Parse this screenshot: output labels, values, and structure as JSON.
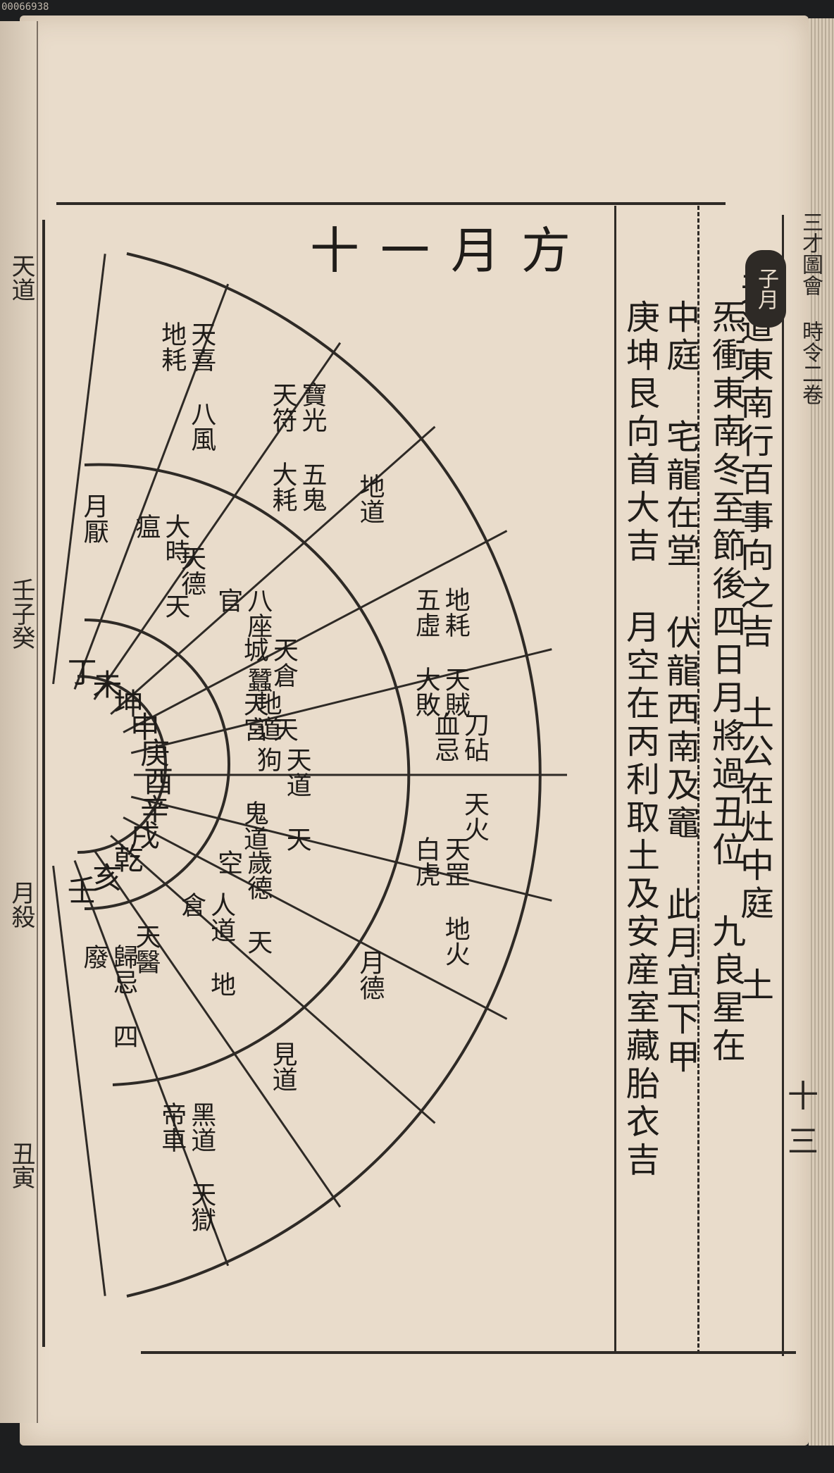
{
  "corner_stamp": "00066938",
  "month_title": "十一月方",
  "right_columns": [
    "天道東南行百事向之吉 土公在灶中庭 土",
    "炁衝東南冬至節後四日月將過丑位 九良星在",
    "中庭 宅龍在堂 伏龍西南及竈 此月宜下甲",
    "庚坤艮向首大吉 月空在丙利取土及安産室藏胎衣吉"
  ],
  "seal_label": "子月",
  "header_margin": "三才圖會 時令二卷",
  "page_number": "十三",
  "wheel": {
    "inner_ring": [
      "丁",
      "未",
      "坤",
      "申",
      "庚",
      "酉",
      "辛",
      "戌",
      "乾",
      "亥",
      "壬"
    ],
    "segments": [
      "月厭",
      "大時 天瘟",
      "天德",
      "八座 蠶官",
      "天倉 天城 天宮",
      "地道",
      "天道 天狗",
      "鬼道",
      "歲德 天空",
      "人道 地倉",
      "天醫",
      "歸忌 四廢"
    ],
    "outer_segments": [
      "天喜 八風 地耗",
      "寶光 五鬼 天符 大耗",
      "地道",
      "地耗 天賊 五虛 大敗",
      "刀砧 天火 血忌",
      "天罡 地火 白虎",
      "月德",
      "見道",
      "黑道 天獄 帝車"
    ]
  },
  "left_margin_text": [
    "天道",
    "壬子癸",
    "月殺",
    "丑寅"
  ]
}
